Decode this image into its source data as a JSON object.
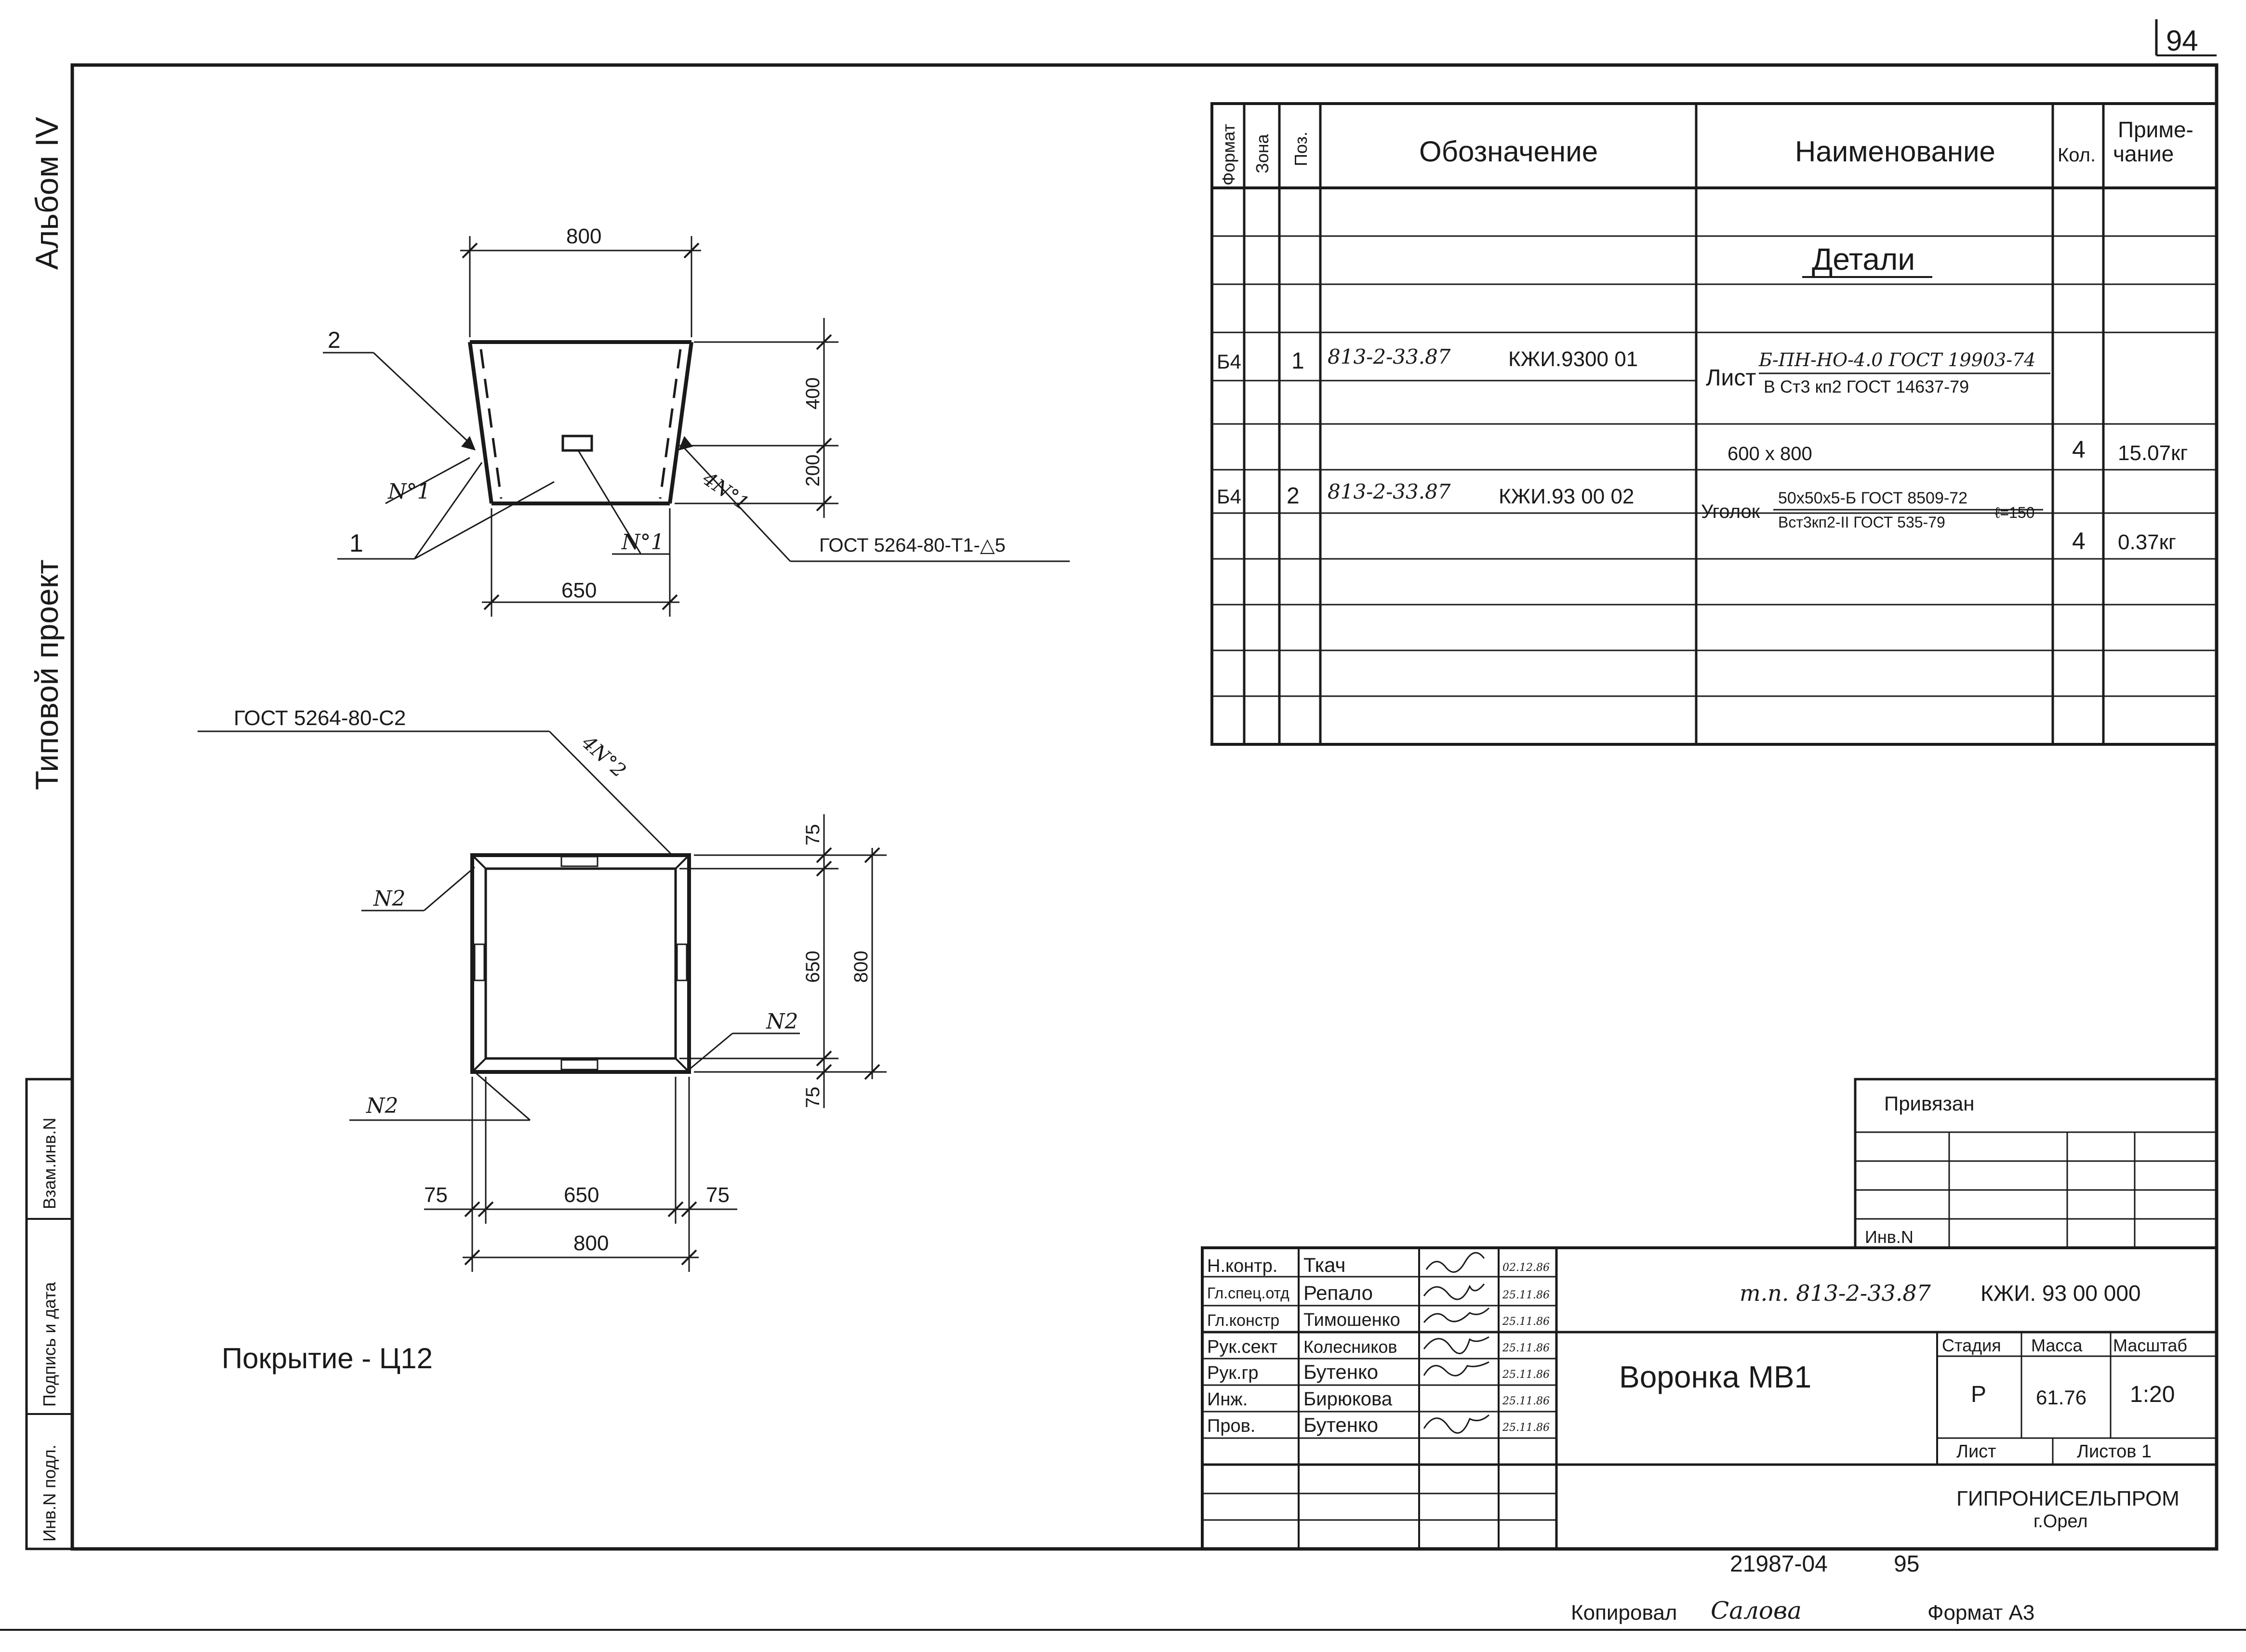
{
  "sheet_number": "94",
  "margin": {
    "album": "Альбом IV",
    "project": "Типовой проект",
    "inv_orig": "Инв.N подл.",
    "sign_date": "Подпись и дата",
    "vzam": "Взам.инв.N"
  },
  "drawing1": {
    "dim_top": "800",
    "dim_bottom": "650",
    "dim_h1": "400",
    "dim_h2": "200",
    "leader_2": "2",
    "leader_1": "1",
    "weld_n1_left": "N°1",
    "weld_n1_mid": "N°1",
    "weld_4n1": "4N°1",
    "weld_std": "ГОСТ 5264-80-Т1-△5"
  },
  "drawing2": {
    "weld_std": "ГОСТ 5264-80-С2",
    "weld_4n2": "4N°2",
    "n2_a": "N2",
    "n2_b": "N2",
    "n2_c": "N2",
    "dim_75_top": "75",
    "dim_650_v": "650",
    "dim_800_v": "800",
    "dim_75_bot": "75",
    "dim_75_left": "75",
    "dim_650_h": "650",
    "dim_75_right": "75",
    "dim_800_h": "800"
  },
  "coating_note": "Покрытие - Ц12",
  "spec": {
    "headers": {
      "format": "Формат",
      "zone": "Зона",
      "pos": "Поз.",
      "designation": "Обозначение",
      "name": "Наименование",
      "qty": "Кол.",
      "note1": "Приме-",
      "note2": "чание"
    },
    "section_title": "Детали",
    "row1": {
      "format": "Б4",
      "pos": "1",
      "des_code": "813-2-33.87",
      "des_mark": "КЖИ.9300 01",
      "name_prefix": "Лист",
      "name_top": "Б-ПН-НО-4.0 ГОСТ 19903-74",
      "name_bottom": "В Ст3 кп2 ГОСТ 14637-79",
      "size": "600 х 800",
      "qty": "4",
      "note": "15.07кг"
    },
    "row2": {
      "format": "Б4",
      "pos": "2",
      "des_code": "813-2-33.87",
      "des_mark": "КЖИ.93 00 02",
      "name_prefix": "Уголок",
      "name_top": "50х50х5-Б ГОСТ 8509-72",
      "name_bottom": "Вст3кп2-II ГОСТ 535-79",
      "length": "ℓ=150",
      "qty": "4",
      "note": "0.37кг"
    }
  },
  "binding": {
    "title": "Привязан",
    "inv": "Инв.N"
  },
  "title_block": {
    "people": [
      {
        "role": "Н.контр.",
        "name": "Ткач",
        "date": "02.12.86"
      },
      {
        "role": "Гл.спец.отд",
        "name": "Репало",
        "date": "25.11.86"
      },
      {
        "role": "Гл.констр",
        "name": "Тимошенко",
        "date": "25.11.86"
      },
      {
        "role": "Рук.сект",
        "name": "Колесников",
        "date": "25.11.86"
      },
      {
        "role": "Рук.гр",
        "name": "Бутенко",
        "date": "25.11.86"
      },
      {
        "role": "Инж.",
        "name": "Бирюкова",
        "date": "25.11.86"
      },
      {
        "role": "Пров.",
        "name": "Бутенко",
        "date": "25.11.86"
      }
    ],
    "designation_code": "т.п. 813-2-33.87",
    "designation_mark": "КЖИ. 93 00 000",
    "product": "Воронка  МВ1",
    "stage_label": "Стадия",
    "mass_label": "Масса",
    "scale_label": "Масштаб",
    "stage": "Р",
    "mass": "61.76",
    "scale": "1:20",
    "sheet_label": "Лист",
    "sheets_label": "Листов 1",
    "org": "ГИПРОНИСЕЛЬПРОМ",
    "city": "г.Орел"
  },
  "footer": {
    "archive": "21987-04",
    "page": "95",
    "copied_label": "Копировал",
    "copied_by": "Салова",
    "format": "Формат А3"
  }
}
